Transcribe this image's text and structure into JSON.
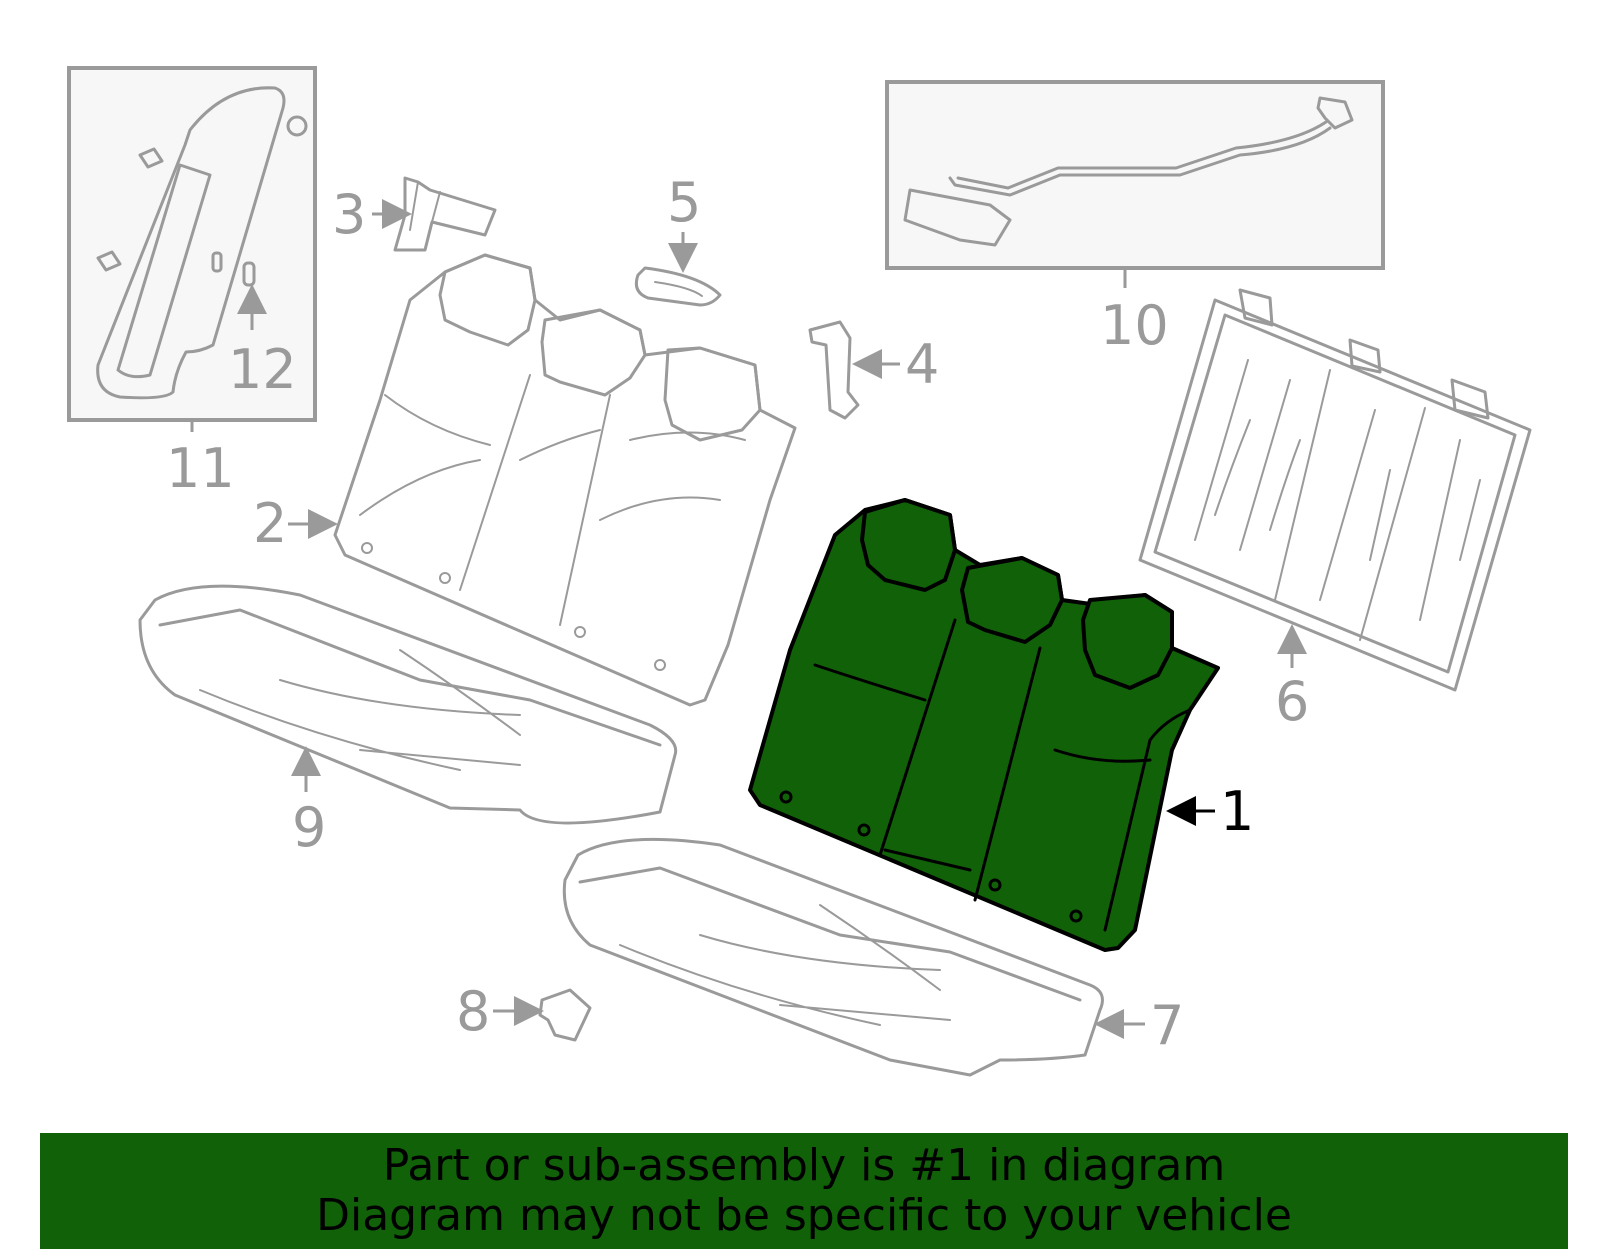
{
  "colors": {
    "highlight": "#116109",
    "part_stroke": "#9a9a9a",
    "banner_background": "#116109",
    "banner_text": "#000000"
  },
  "callouts": {
    "c1": "1",
    "c2": "2",
    "c3": "3",
    "c4": "4",
    "c5": "5",
    "c6": "6",
    "c7": "7",
    "c8": "8",
    "c9": "9",
    "c10": "10",
    "c11": "11",
    "c12": "12"
  },
  "highlighted_part": "1",
  "banner": {
    "line1": "Part or sub-assembly is #1 in diagram",
    "line2": "Diagram may not be specific to your vehicle"
  }
}
